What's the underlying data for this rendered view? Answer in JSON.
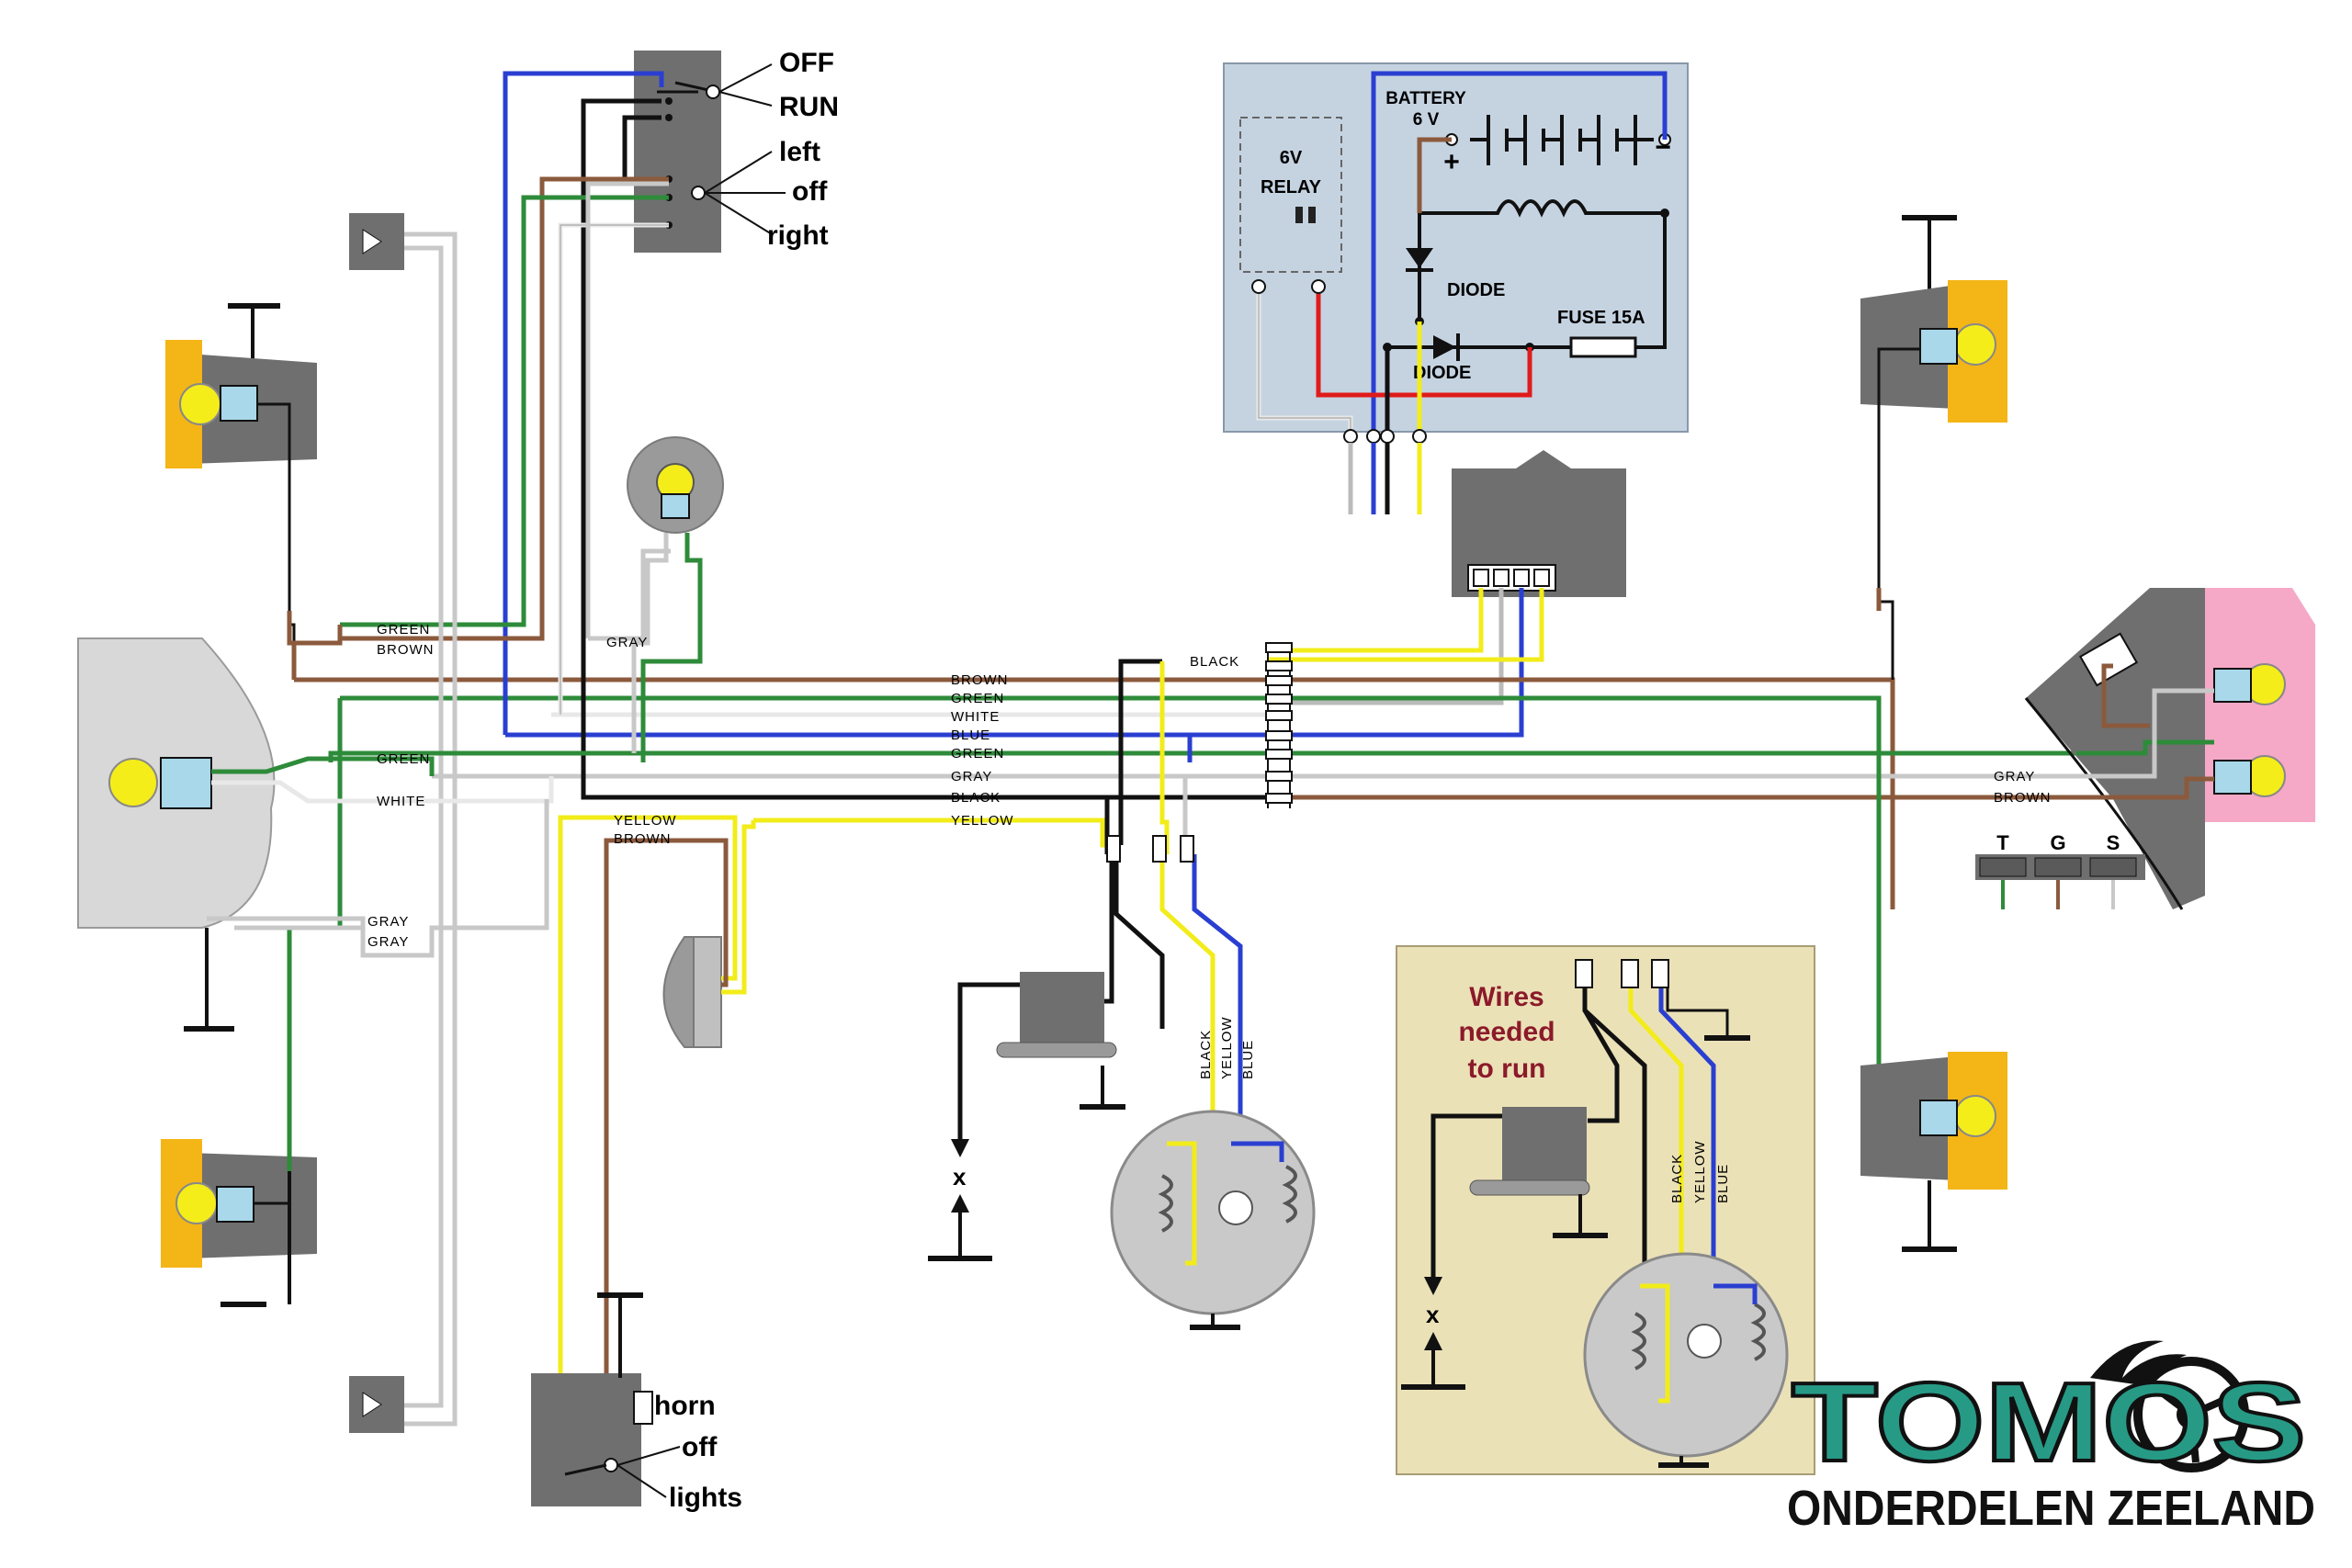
{
  "switches": {
    "kill": {
      "off": "OFF",
      "run": "RUN"
    },
    "turn": {
      "left": "left",
      "off": "off",
      "right": "right"
    },
    "horn_light": {
      "horn": "horn",
      "off": "off",
      "lights": "lights"
    }
  },
  "electrical_panel": {
    "battery": "BATTERY",
    "battery_voltage": "6 V",
    "plus": "+",
    "minus": "−",
    "relay_voltage": "6V",
    "relay": "RELAY",
    "diode_1": "DIODE",
    "diode_2": "DIODE",
    "fuse": "FUSE 15A"
  },
  "wire_labels": {
    "green_1": "GREEN",
    "brown_1": "BROWN",
    "gray_bulb": "GRAY",
    "green_2": "GREEN",
    "white_1": "WHITE",
    "gray_1": "GRAY",
    "gray_2": "GRAY",
    "yellow_horn": "YELLOW",
    "brown_horn": "BROWN",
    "bus_black_top": "BLACK",
    "bus_brown": "BROWN",
    "bus_green": "GREEN",
    "bus_white": "WHITE",
    "bus_blue": "BLUE",
    "bus_green_2": "GREEN",
    "bus_gray": "GRAY",
    "bus_black": "BLACK",
    "bus_yellow": "YELLOW",
    "tail_gray": "GRAY",
    "tail_brown": "BROWN",
    "mag_black": "BLACK",
    "mag_yellow": "YELLOW",
    "mag_blue": "BLUE",
    "mag2_black": "BLACK",
    "mag2_yellow": "YELLOW",
    "mag2_blue": "BLUE"
  },
  "tgs": {
    "t": "T",
    "g": "G",
    "s": "S"
  },
  "ignition_x": "x",
  "inset": {
    "line1": "Wires",
    "line2": "needed",
    "line3": "to run",
    "x": "x"
  },
  "logo": {
    "brand": "TOMOS",
    "subtitle": "ONDERDELEN ZEELAND"
  },
  "wire_colors": {
    "green": "#2e8b3a",
    "brown": "#8b5a3c",
    "blue": "#2a3fd1",
    "yellow": "#f2ec1a",
    "white": "#e8e8e8",
    "gray": "#c8c8c8",
    "black": "#111111",
    "red": "#e01b1b"
  }
}
